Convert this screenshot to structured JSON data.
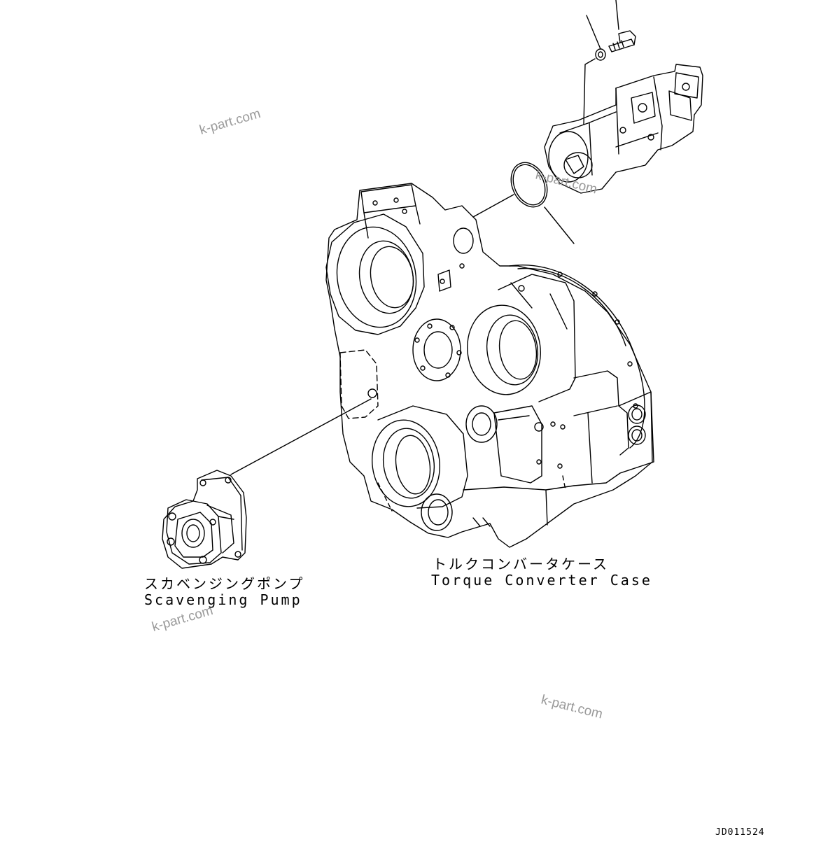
{
  "labels": {
    "scavenging_pump_jp": "スカベンジングポンプ",
    "scavenging_pump_en": "Scavenging Pump",
    "torque_converter_jp": "トルクコンバータケース",
    "torque_converter_en": "Torque Converter Case"
  },
  "watermarks": [
    "k-part.com",
    "k-part.com",
    "k-part.com",
    "k-part.com"
  ],
  "drawing_code": "JD011524",
  "colors": {
    "line": "#000000",
    "background": "#ffffff",
    "watermark": "#9a9a9a"
  }
}
